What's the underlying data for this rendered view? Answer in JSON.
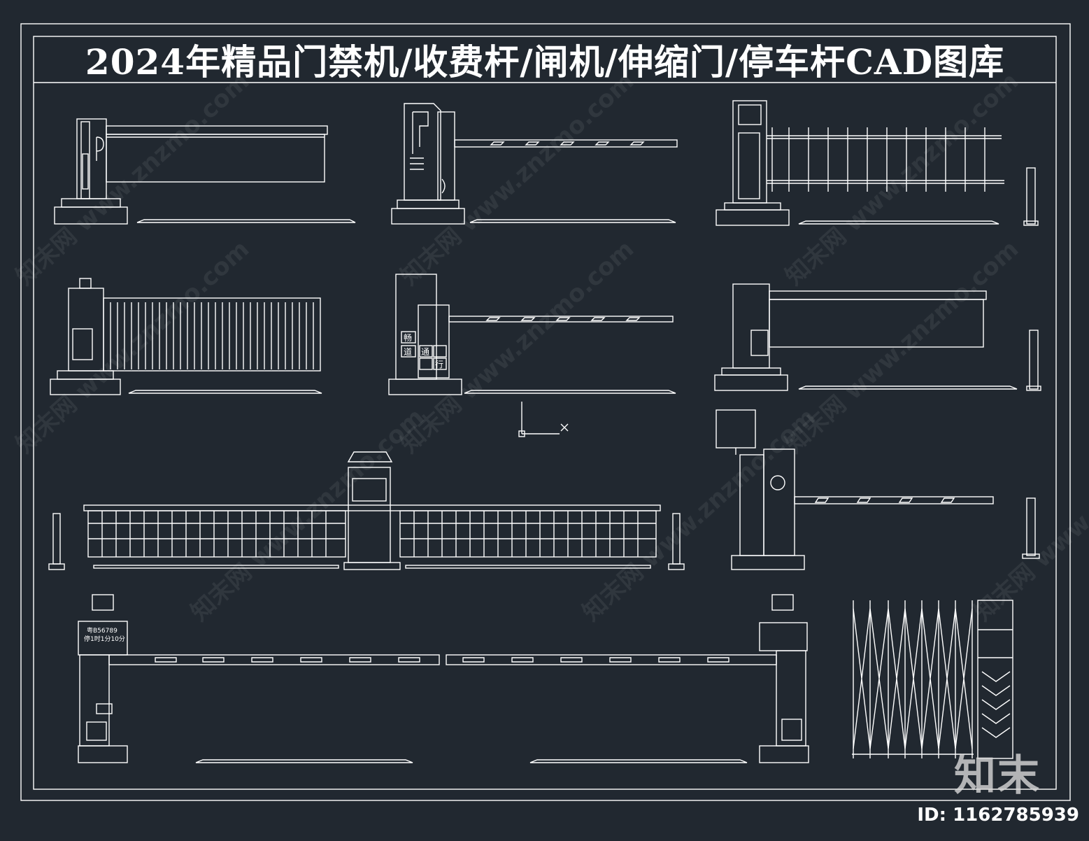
{
  "drawing": {
    "title": "2024年精品门禁机/收费杆/闸机/伸缩门/停车杆CAD图库",
    "plate_line1": "粤B56789",
    "plate_line2": "停1时1分10分",
    "kiosk_text1": "畅",
    "kiosk_text2": "通",
    "kiosk_text3": "行",
    "kiosk_text4": "道"
  },
  "footer": {
    "id_label": "ID: 1162785939",
    "logo_text": "知末",
    "watermark_text": "知末网 www.znzmo.com"
  },
  "colors": {
    "background": "#212830",
    "lines": "#ffffff"
  }
}
